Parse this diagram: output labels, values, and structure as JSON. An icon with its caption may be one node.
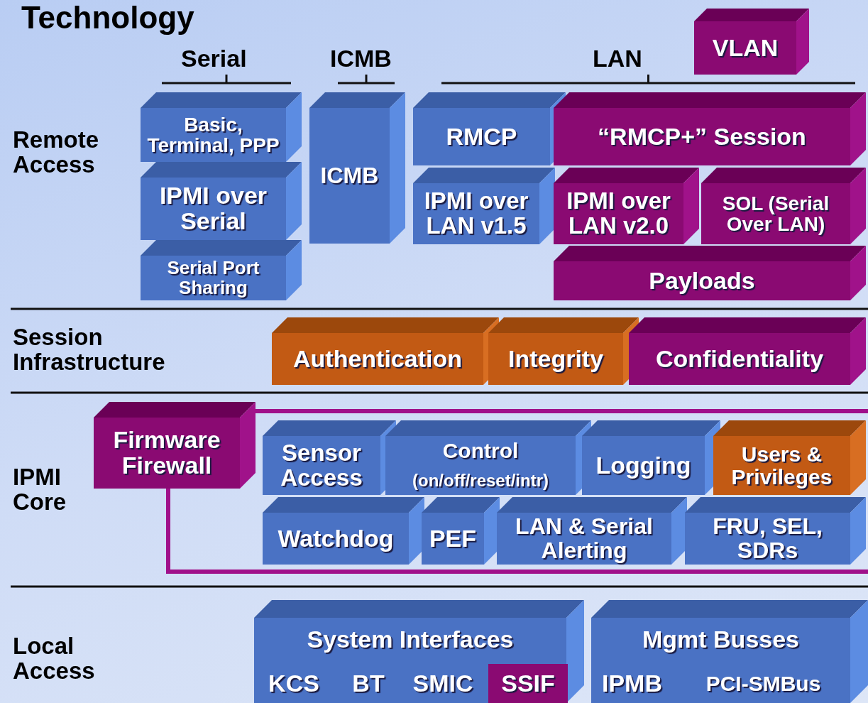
{
  "diagram": {
    "title": "Technology",
    "nodes": [
      {
        "text": [
          "VLAN"
        ]
      },
      {
        "text": [
          "Basic, Terminal, PPP"
        ]
      },
      {
        "text": [
          "ICMB"
        ]
      },
      {
        "text": [
          "RMCP"
        ]
      },
      {
        "text": [
          "“RMCP+” Session"
        ]
      },
      {
        "text": [
          "IPMI over Serial"
        ]
      },
      {
        "text": [
          "IPMI over LAN v1.5"
        ]
      },
      {
        "text": [
          "IPMI over LAN v2.0"
        ]
      },
      {
        "text": [
          "SOL (Serial Over LAN)"
        ]
      },
      {
        "text": [
          "Serial Port Sharing"
        ]
      },
      {
        "text": [
          "Payloads"
        ]
      },
      {
        "text": [
          "Authentication"
        ]
      },
      {
        "text": [
          "Integrity"
        ]
      },
      {
        "text": [
          "Confidentiality"
        ]
      },
      {
        "text": [
          "Firmware Firewall"
        ]
      },
      {
        "text": [
          "Sensor Access"
        ]
      },
      {
        "text": [
          "Control",
          "(on/off/reset/intr)"
        ]
      },
      {
        "text": [
          "Logging"
        ]
      },
      {
        "text": [
          "Users & Privileges"
        ]
      },
      {
        "text": [
          "Watchdog"
        ]
      },
      {
        "text": [
          "PEF"
        ]
      },
      {
        "text": [
          "LAN & Serial Alerting"
        ]
      },
      {
        "text": [
          "FRU, SEL, SDRs"
        ]
      },
      {
        "text": [
          "System Interfaces"
        ]
      },
      {
        "text": [
          "KCS"
        ],
        "in": 23
      },
      {
        "text": [
          "BT"
        ],
        "in": 23
      },
      {
        "text": [
          "SMIC"
        ],
        "in": 23
      },
      {
        "text": [
          "SSIF"
        ],
        "in": 23
      },
      {
        "text": [
          "Mgmt Busses"
        ]
      },
      {
        "text": [
          "IPMB"
        ],
        "in": 28
      },
      {
        "text": [
          "PCI-SMBus"
        ],
        "in": 28
      }
    ],
    "labels": [
      "Serial",
      "ICMB",
      "LAN",
      "Remote Access",
      "Session Infrastructure",
      "IPMI Core",
      "Local Access"
    ]
  }
}
